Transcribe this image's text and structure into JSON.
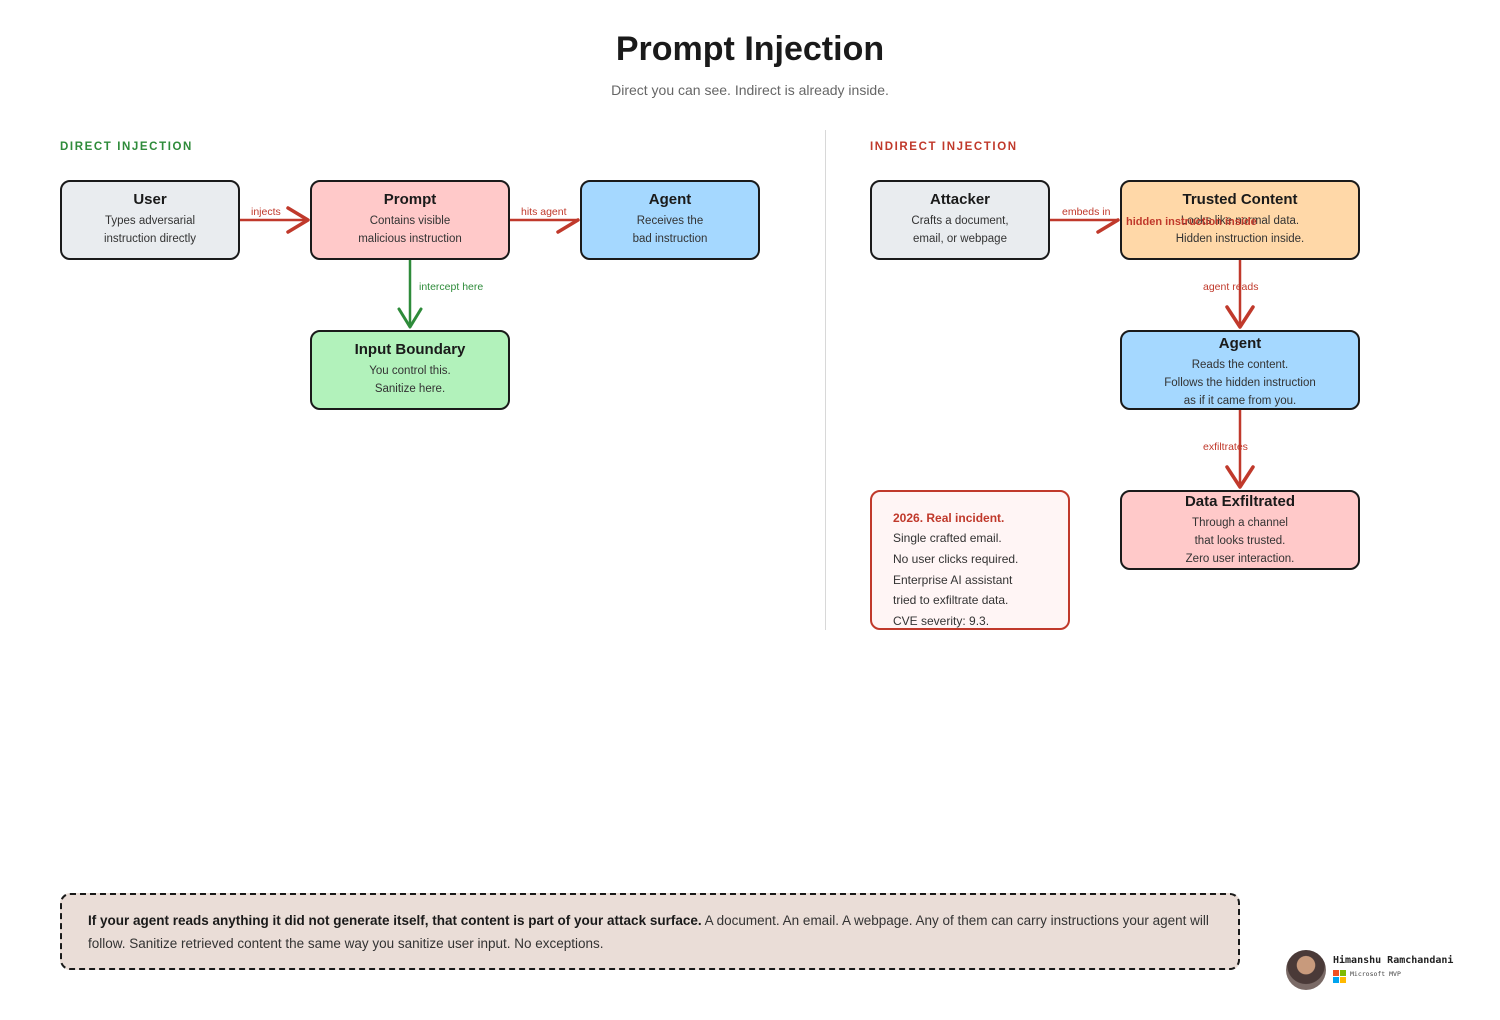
{
  "title": "Prompt Injection",
  "subtitle": "Direct you can see. Indirect is already inside.",
  "direct": {
    "section_label": "DIRECT INJECTION",
    "nodes": {
      "user": {
        "title": "User",
        "line1": "Types adversarial",
        "line2": "instruction directly"
      },
      "prompt": {
        "title": "Prompt",
        "line1": "Contains visible",
        "line2": "malicious instruction"
      },
      "agent": {
        "title": "Agent",
        "line1": "Receives the",
        "line2": "bad instruction"
      },
      "input_boundary": {
        "title": "Input Boundary",
        "line1": "You control this.",
        "line2": "Sanitize here."
      }
    },
    "edges": {
      "injects": "injects",
      "hits_agent": "hits agent",
      "intercept_here": "intercept here"
    }
  },
  "indirect": {
    "section_label": "INDIRECT INJECTION",
    "nodes": {
      "attacker": {
        "title": "Attacker",
        "line1": "Crafts a document,",
        "line2": "email, or webpage"
      },
      "trusted_content": {
        "title": "Trusted Content",
        "line1": "Looks like normal data.",
        "line2": "Hidden instruction inside."
      },
      "agent": {
        "title": "Agent",
        "line1": "Reads the content.",
        "line2": "Follows the hidden instruction",
        "line3": "as if it came from you."
      },
      "data_exfiltrated": {
        "title": "Data Exfiltrated",
        "line1": "Through a channel",
        "line2": "that looks trusted.",
        "line3": "Zero user interaction."
      }
    },
    "edges": {
      "embeds_in": "embeds in",
      "agent_reads": "agent reads",
      "exfiltrates": "exfiltrates"
    },
    "overlay_label": "hidden instruction inside",
    "incident": {
      "heading": "2026. Real incident.",
      "lines": [
        "Single crafted email.",
        "No user clicks required.",
        "Enterprise AI assistant",
        "tried to exfiltrate data.",
        "CVE severity: 9.3."
      ]
    }
  },
  "callout": {
    "bold": "If your agent reads anything it did not generate itself, that content is part of your attack surface.",
    "rest": " A document. An email. A webpage. Any of them can carry instructions your agent will follow. Sanitize retrieved content the same way you sanitize user input. No exceptions."
  },
  "author": {
    "name": "Himanshu Ramchandani",
    "role": "Microsoft MVP"
  },
  "colors": {
    "red_arrow": "#c0392b",
    "green_arrow": "#2e8b3a",
    "node_gray": "#e9ecef",
    "node_pink": "#ffc9c9",
    "node_blue": "#a5d8ff",
    "node_green": "#b2f2bb",
    "node_orange": "#ffd8a8"
  }
}
